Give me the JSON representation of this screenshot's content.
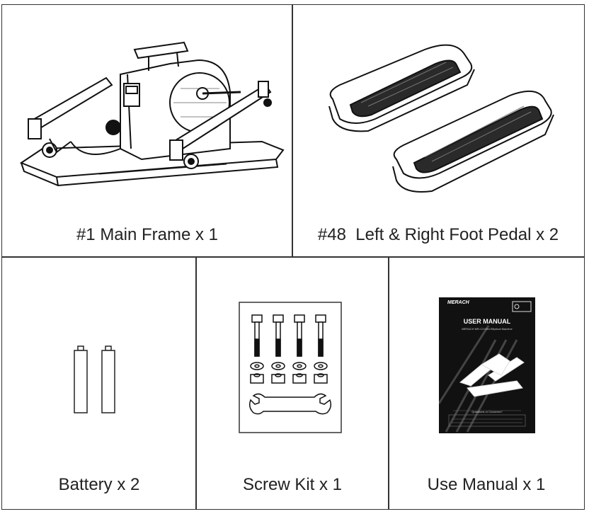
{
  "items": [
    {
      "label": "#1 Main Frame x 1"
    },
    {
      "label": "#48  Left & Right Foot Pedal x 2"
    },
    {
      "label": "Battery x 2"
    },
    {
      "label": "Screw Kit x 1"
    },
    {
      "label": "Use Manual x 1"
    }
  ],
  "manual": {
    "brand": "MERACH",
    "title": "USER MANUAL",
    "subtitle": "MERACH MR-C3 Mini Elliptical Machine",
    "footer_question": "Questions or Concerns?"
  }
}
